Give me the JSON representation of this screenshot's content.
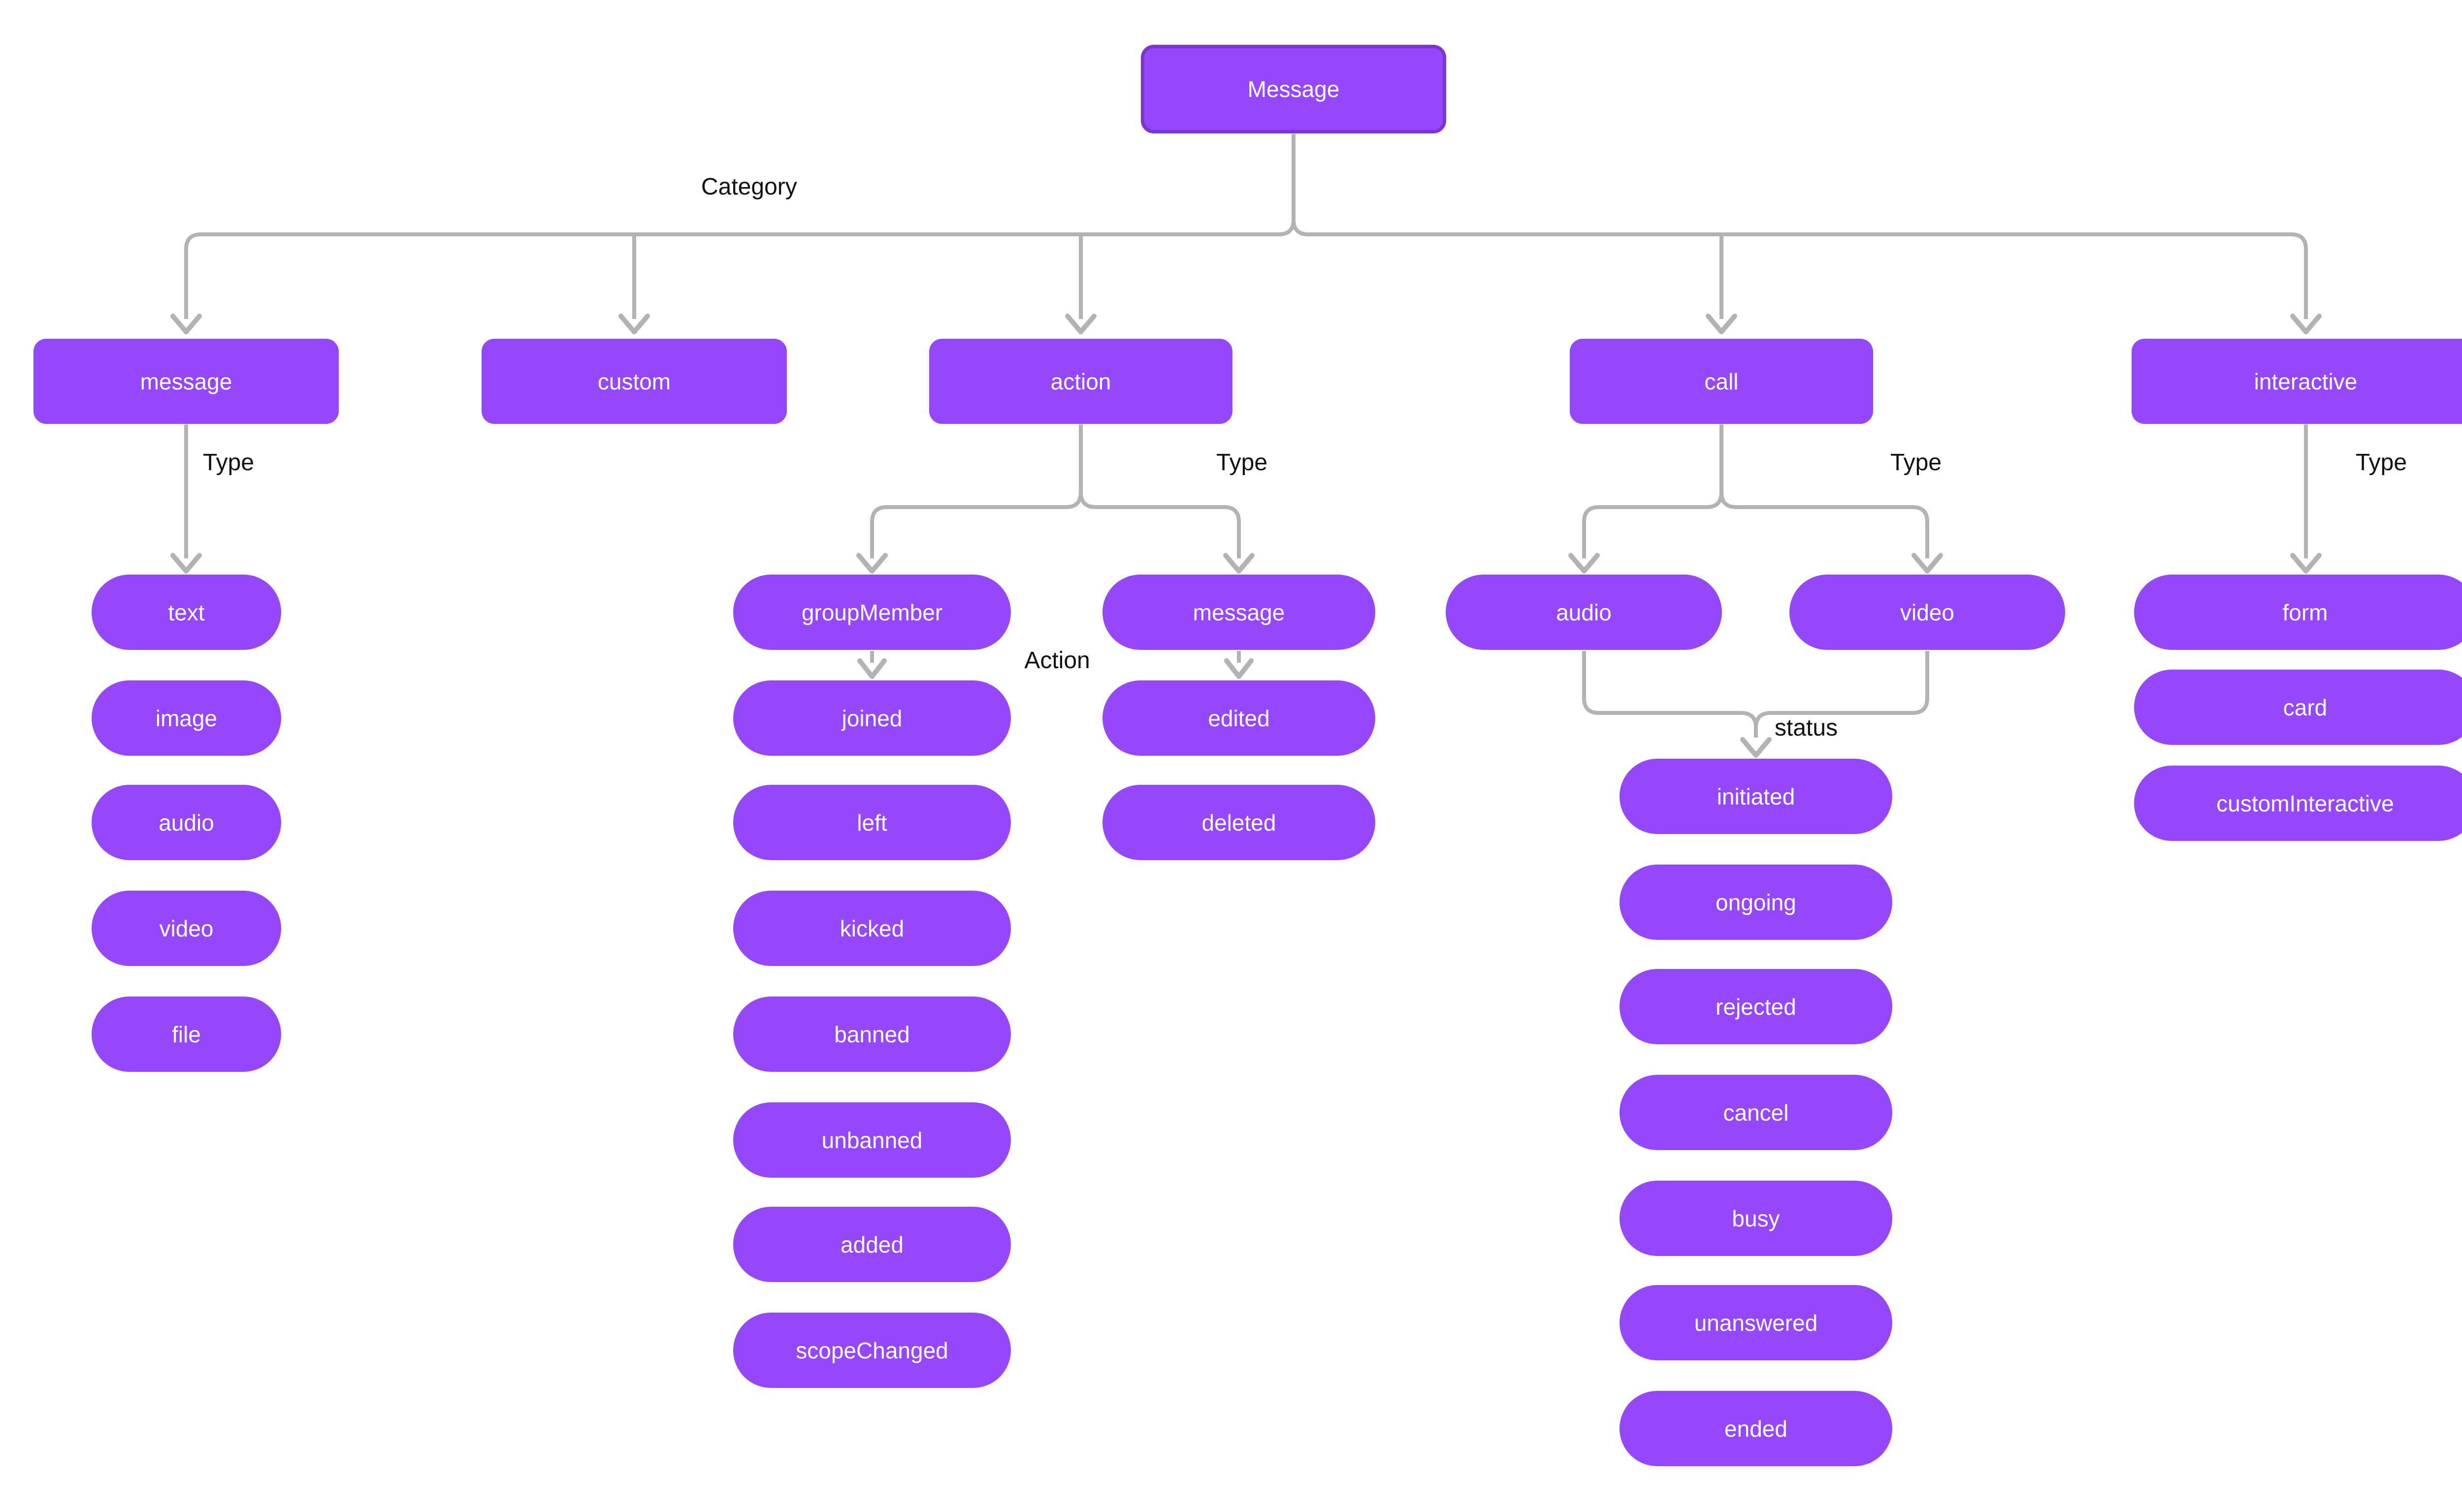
{
  "colors": {
    "background": "#ffffff",
    "node_fill": "#9447FB",
    "root_border": "#7B36D0",
    "node_text": "#ffffff",
    "connector": "#b3b3b3",
    "label_text": "#111111"
  },
  "root": {
    "label": "Message"
  },
  "edge_labels": {
    "category": "Category",
    "type_message": "Type",
    "type_action": "Type",
    "type_call": "Type",
    "type_interactive": "Type",
    "group_member_action": "Action",
    "call_status": "status"
  },
  "categories": {
    "message": {
      "label": "message"
    },
    "custom": {
      "label": "custom"
    },
    "action": {
      "label": "action"
    },
    "call": {
      "label": "call"
    },
    "interactive": {
      "label": "interactive"
    }
  },
  "message_types": {
    "text": {
      "label": "text"
    },
    "image": {
      "label": "image"
    },
    "audio": {
      "label": "audio"
    },
    "video": {
      "label": "video"
    },
    "file": {
      "label": "file"
    }
  },
  "action_types": {
    "group_member": {
      "label": "groupMember"
    },
    "message": {
      "label": "message"
    }
  },
  "group_member_actions": {
    "joined": {
      "label": "joined"
    },
    "left": {
      "label": "left"
    },
    "kicked": {
      "label": "kicked"
    },
    "banned": {
      "label": "banned"
    },
    "unbanned": {
      "label": "unbanned"
    },
    "added": {
      "label": "added"
    },
    "scope_changed": {
      "label": "scopeChanged"
    }
  },
  "message_actions": {
    "edited": {
      "label": "edited"
    },
    "deleted": {
      "label": "deleted"
    }
  },
  "call_types": {
    "audio": {
      "label": "audio"
    },
    "video": {
      "label": "video"
    }
  },
  "call_statuses": {
    "initiated": {
      "label": "initiated"
    },
    "ongoing": {
      "label": "ongoing"
    },
    "rejected": {
      "label": "rejected"
    },
    "cancel": {
      "label": "cancel"
    },
    "busy": {
      "label": "busy"
    },
    "unanswered": {
      "label": "unanswered"
    },
    "ended": {
      "label": "ended"
    }
  },
  "interactive_types": {
    "form": {
      "label": "form"
    },
    "card": {
      "label": "card"
    },
    "custom_interactive": {
      "label": "customInteractive"
    }
  }
}
